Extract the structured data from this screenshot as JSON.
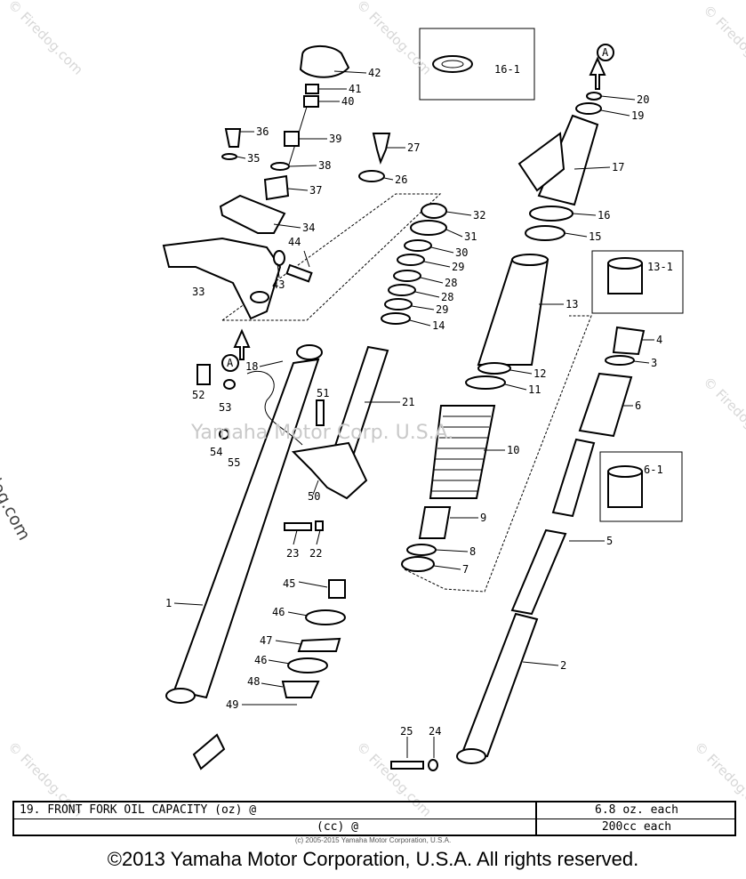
{
  "watermarks": {
    "center": "Yamaha Motor Corp. U.S.A.",
    "side": "© Firedog.com",
    "diagonal": "© Firedog.com"
  },
  "arrow_marker": "A",
  "callouts": {
    "p1": "1",
    "p2": "2",
    "p4": "4",
    "p3": "3",
    "p5": "5",
    "p6": "6",
    "p6_1": "6-1",
    "p7": "7",
    "p8": "8",
    "p9": "9",
    "p10": "10",
    "p11": "11",
    "p12": "12",
    "p13": "13",
    "p13_1": "13-1",
    "p14": "14",
    "p15": "15",
    "p16": "16",
    "p16_1": "16-1",
    "p17": "17",
    "p18": "18",
    "p19": "19",
    "p20": "20",
    "p21": "21",
    "p22": "22",
    "p23": "23",
    "p24": "24",
    "p25": "25",
    "p26": "26",
    "p27": "27",
    "p28a": "28",
    "p28b": "28",
    "p29a": "29",
    "p29b": "29",
    "p30": "30",
    "p31": "31",
    "p32": "32",
    "p33": "33",
    "p34": "34",
    "p35": "35",
    "p36": "36",
    "p37": "37",
    "p38": "38",
    "p39": "39",
    "p40": "40",
    "p41": "41",
    "p42": "42",
    "p43": "43",
    "p44": "44",
    "p45": "45",
    "p46a": "46",
    "p46b": "46",
    "p47": "47",
    "p48": "48",
    "p49": "49",
    "p50": "50",
    "p51": "51",
    "p52": "52",
    "p53": "53",
    "p54": "54",
    "p55": "55"
  },
  "capacity_table": {
    "row1_label": "19. FRONT FORK OIL CAPACITY (oz) @",
    "row1_value": "6.8 oz. each",
    "row2_label": "(cc) @",
    "row2_value": "200cc each",
    "fine_print": "(c) 2005-2015 Yamaha Motor Corporation, U.S.A."
  },
  "copyright": "©2013 Yamaha Motor Corporation, U.S.A. All rights reserved."
}
